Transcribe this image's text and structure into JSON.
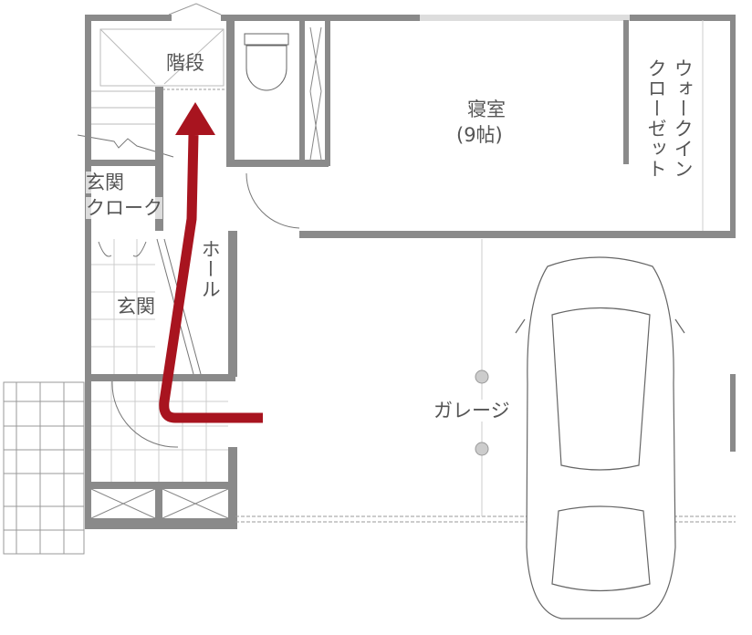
{
  "rooms": {
    "stairs": "階段",
    "bedroom": "寝室",
    "bedroom_size": "(9帖)",
    "walkin_line1": "ウォークイン",
    "walkin_line2": "クローゼット",
    "entrance_cloak_line1": "玄関",
    "entrance_cloak_line2": "クローク",
    "hall": "ホール",
    "entrance": "玄関",
    "garage": "ガレージ"
  },
  "colors": {
    "wall": "#8a8a8a",
    "arrow": "#a8141f",
    "line": "#9a9a9a"
  }
}
